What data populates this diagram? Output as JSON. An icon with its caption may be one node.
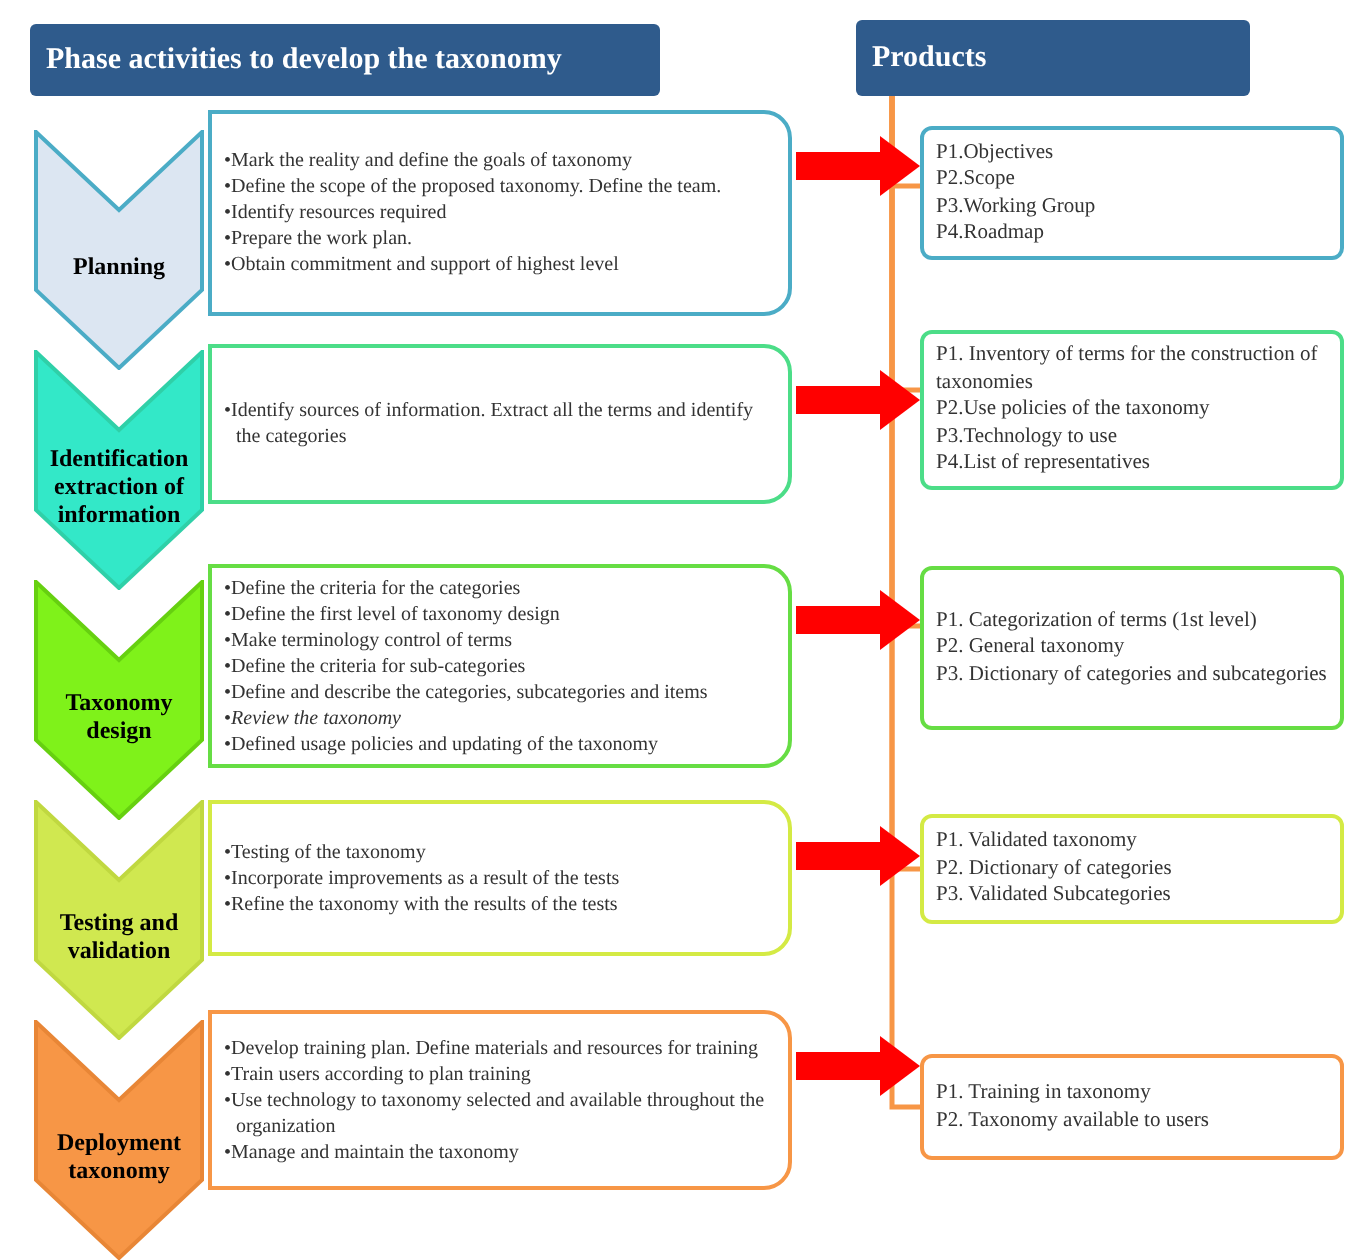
{
  "diagram": {
    "nodes": [
      {
        "text": [
          "Phase activities to develop the taxonomy"
        ]
      },
      {
        "text": [
          "Products"
        ]
      },
      {
        "text": [
          "Planning"
        ]
      },
      {
        "text": [
          "•Mark the reality and define the goals of taxonomy",
          "•Define the scope of the proposed taxonomy. Define the team.",
          "•Identify resources required",
          "•Prepare the work plan.",
          "•Obtain commitment and support of highest level"
        ]
      },
      {
        "text": [
          "P1.Objectives",
          "P2.Scope",
          "P3.Working Group",
          "P4.Roadmap"
        ]
      },
      {
        "text": [
          "Identification extraction of information"
        ]
      },
      {
        "text": [
          "•Identify sources of information. Extract all the terms and identify the categories"
        ]
      },
      {
        "text": [
          "P1. Inventory of terms for the construction of taxonomies",
          "P2.Use policies of the taxonomy",
          "P3.Technology to use",
          "P4.List of representatives"
        ]
      },
      {
        "text": [
          "Taxonomy design"
        ]
      },
      {
        "text": [
          "•Define the criteria for the categories",
          "•Define the first level of taxonomy design",
          "•Make terminology control of terms",
          "•Define the criteria for sub-categories",
          "•Define and describe the categories, subcategories and items",
          "•*Review the taxonomy*",
          "•Defined usage policies and updating of the taxonomy"
        ]
      },
      {
        "text": [
          "P1. Categorization of terms (1st level)",
          "P2. General taxonomy",
          "P3. Dictionary of categories and subcategories"
        ]
      },
      {
        "text": [
          "Testing and validation"
        ]
      },
      {
        "text": [
          "•Testing of the taxonomy",
          "•Incorporate improvements as a result of the tests",
          "•Refine the taxonomy with the results of the tests"
        ]
      },
      {
        "text": [
          "P1. Validated taxonomy",
          "P2. Dictionary of categories",
          "P3. Validated Subcategories"
        ]
      },
      {
        "text": [
          "Deployment taxonomy"
        ]
      },
      {
        "text": [
          "•Develop training plan. Define materials and resources for training",
          "•Train users according to plan training",
          "•Use technology to taxonomy selected and available throughout the organization",
          "•Manage and maintain the taxonomy"
        ]
      },
      {
        "text": [
          "P1. Training in taxonomy",
          "P2. Taxonomy available to users"
        ]
      }
    ],
    "edges": [
      {
        "from": 1,
        "to": 4,
        "arrow": "none",
        "color": "#f79646"
      },
      {
        "from": 1,
        "to": 7,
        "arrow": "none",
        "color": "#f79646"
      },
      {
        "from": 1,
        "to": 10,
        "arrow": "none",
        "color": "#f79646"
      },
      {
        "from": 1,
        "to": 13,
        "arrow": "none",
        "color": "#f79646"
      },
      {
        "from": 1,
        "to": 16,
        "arrow": "none",
        "color": "#f79646"
      },
      {
        "from": 3,
        "to": 4,
        "arrow": "to",
        "style": "thick",
        "color": "#ff0000"
      },
      {
        "from": 6,
        "to": 7,
        "arrow": "to",
        "style": "thick",
        "color": "#ff0000"
      },
      {
        "from": 9,
        "to": 10,
        "arrow": "to",
        "style": "thick",
        "color": "#ff0000"
      },
      {
        "from": 12,
        "to": 13,
        "arrow": "to",
        "style": "thick",
        "color": "#ff0000"
      },
      {
        "from": 15,
        "to": 16,
        "arrow": "to",
        "style": "thick",
        "color": "#ff0000"
      }
    ]
  }
}
